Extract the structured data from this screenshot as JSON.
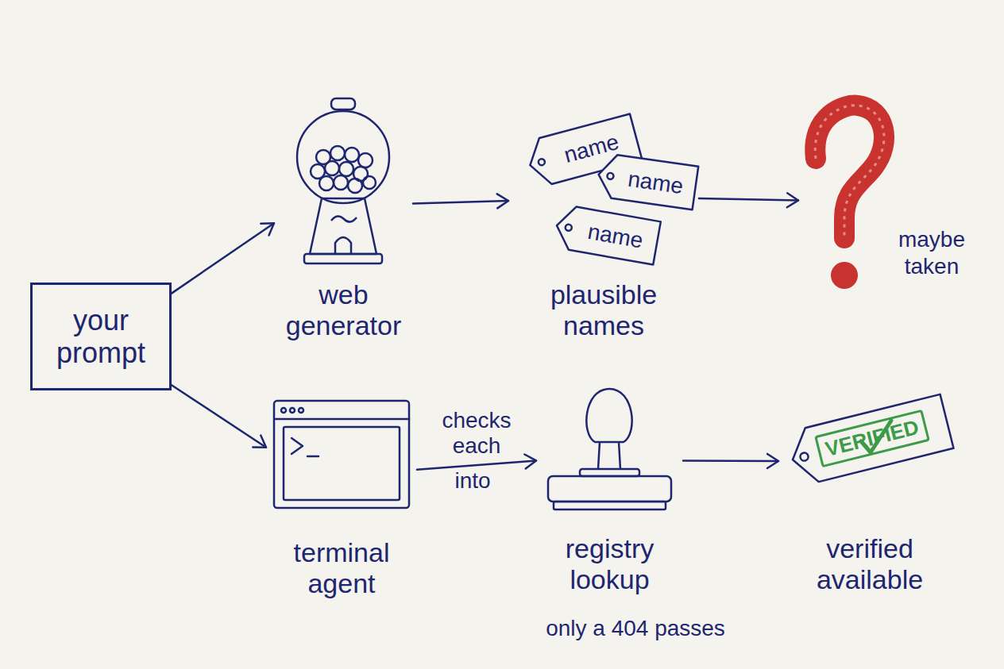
{
  "diagram": {
    "nodes": [
      {
        "text": [
          "your prompt"
        ]
      },
      {
        "text": [
          "web generator"
        ]
      },
      {
        "text": [
          "plausible names"
        ]
      },
      {
        "text": [
          "name"
        ],
        "in": 2
      },
      {
        "text": [
          "name"
        ],
        "in": 2
      },
      {
        "text": [
          "name"
        ],
        "in": 2
      },
      {
        "text": [
          "maybe taken"
        ]
      },
      {
        "text": [
          "terminal agent"
        ]
      },
      {
        "text": [
          "registry lookup"
        ]
      },
      {
        "text": [
          "VERIFIED",
          "verified available"
        ]
      }
    ],
    "edges": [
      {
        "from": 0,
        "to": 1,
        "arrow": "to"
      },
      {
        "from": 0,
        "to": 7,
        "arrow": "to"
      },
      {
        "from": 1,
        "to": 2,
        "arrow": "to"
      },
      {
        "from": 2,
        "to": 6,
        "arrow": "to"
      },
      {
        "from": 7,
        "to": 8,
        "label": "checks each",
        "arrow": "to"
      },
      {
        "from": 8,
        "to": 9,
        "arrow": "to"
      }
    ],
    "labels": [
      "into",
      "only a 404 passes"
    ]
  }
}
